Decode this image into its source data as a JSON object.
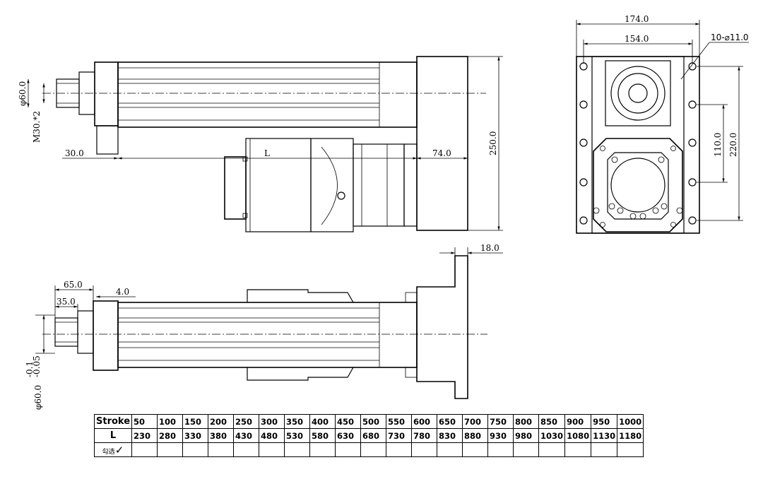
{
  "side_view": {
    "dims": {
      "shaft_dia": "φ60.0",
      "thread": "M30.*2",
      "left_offset": "30.0",
      "length_label": "L",
      "motor_offset": "74.0",
      "height": "250.0"
    }
  },
  "end_view": {
    "dims": {
      "overall_width": "174.0",
      "hole_spacing": "154.0",
      "holes": "10-⌀11.0",
      "inner_height": "110.0",
      "outer_height": "220.0"
    }
  },
  "top_view": {
    "dims": {
      "flange_thickness": "18.0",
      "shaft_length": "65.0",
      "thread_length": "35.0",
      "step": "4.0",
      "shaft_dia": "φ60.0",
      "tol_upper": "-0.1",
      "tol_lower": "-0.05"
    }
  },
  "stroke_table": {
    "row_stroke_label": "Stroke",
    "row_length_label": "L",
    "row_select_label": "勾选",
    "check_mark": "✓",
    "strokes": [
      "50",
      "100",
      "150",
      "200",
      "250",
      "300",
      "350",
      "400",
      "450",
      "500",
      "550",
      "600",
      "650",
      "700",
      "750",
      "800",
      "850",
      "900",
      "950",
      "1000"
    ],
    "lengths": [
      "230",
      "280",
      "330",
      "380",
      "430",
      "480",
      "530",
      "580",
      "630",
      "680",
      "730",
      "780",
      "830",
      "880",
      "930",
      "980",
      "1030",
      "1080",
      "1130",
      "1180"
    ]
  }
}
